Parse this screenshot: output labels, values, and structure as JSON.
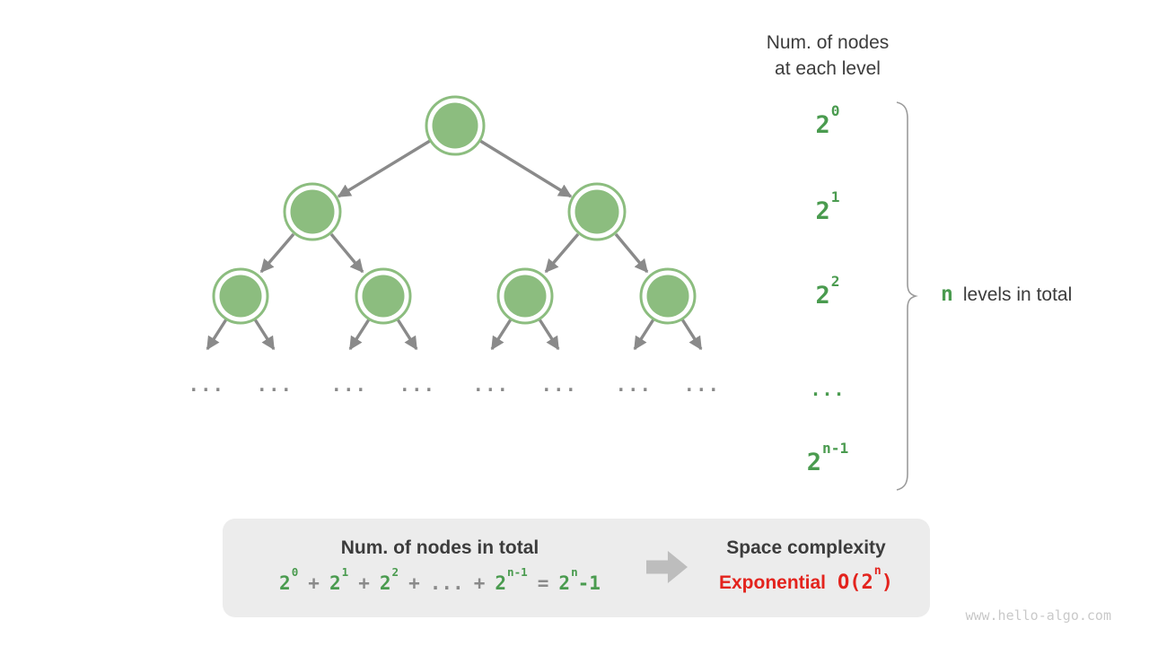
{
  "colors": {
    "node_green": "#8cbd7f",
    "text_green": "#4a9b4f",
    "gray": "#8a8a8a",
    "dark_text": "#3c3c3c",
    "red": "#e3231d",
    "box_bg": "#ececec",
    "watermark_gray": "#c9c9c9"
  },
  "right_column": {
    "header_line1": "Num. of nodes",
    "header_line2": "at each level",
    "levels": [
      {
        "b": "2",
        "s": "0"
      },
      {
        "b": "2",
        "s": "1"
      },
      {
        "b": "2",
        "s": "2"
      },
      {
        "b": "..."
      },
      {
        "b": "2",
        "s": "n-1"
      }
    ],
    "brace_label": {
      "variable": "n",
      "text": "levels in total"
    }
  },
  "tree": {
    "ellipsis": "...",
    "node_count_per_level": [
      1,
      2,
      4
    ]
  },
  "summary_box": {
    "left_title": "Num. of nodes in total",
    "formula_tokens": [
      {
        "b": "2",
        "s": "0",
        "c": "grn"
      },
      {
        "b": "+",
        "c": "op"
      },
      {
        "b": "2",
        "s": "1",
        "c": "grn"
      },
      {
        "b": "+",
        "c": "op"
      },
      {
        "b": "2",
        "s": "2",
        "c": "grn"
      },
      {
        "b": "+",
        "c": "op"
      },
      {
        "b": "...",
        "c": "op"
      },
      {
        "b": "+",
        "c": "op"
      },
      {
        "b": "2",
        "s": "n-1",
        "c": "grn"
      },
      {
        "b": "=",
        "c": "op"
      },
      {
        "b": "2",
        "s": "n",
        "a": "-1",
        "c": "grn"
      }
    ],
    "right_title": "Space complexity",
    "complexity_word": "Exponential",
    "complexity_value": {
      "b": "O(2",
      "s": "n",
      "a": ")"
    }
  },
  "watermark": "www.hello-algo.com"
}
